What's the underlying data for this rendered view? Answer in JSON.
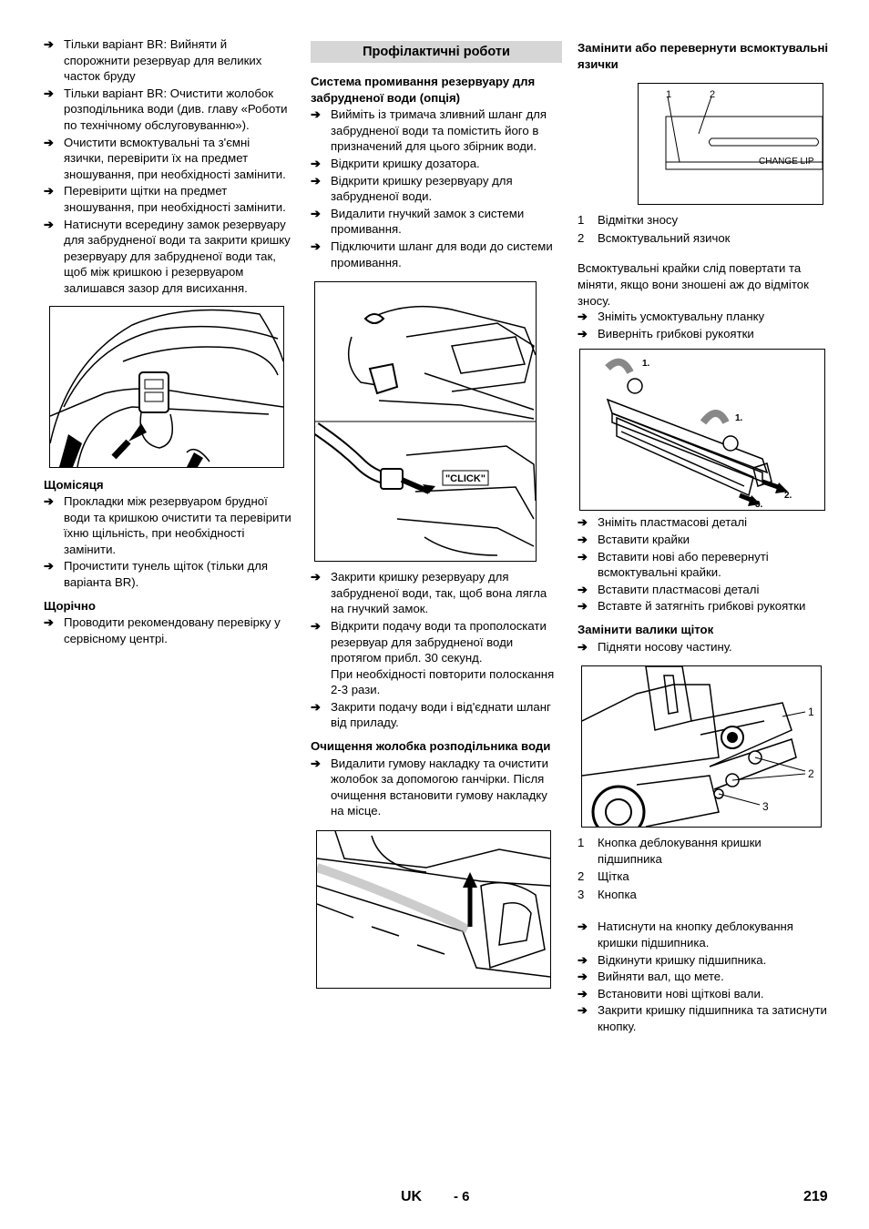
{
  "col1": {
    "steps_a": [
      "Тільки варіант BR: Вийняти й спорожнити резервуар для великих часток бруду",
      "Тільки варіант BR: Очистити жолобок розподільника води (див. главу «Роботи по технічному обслуговуванню»).",
      "Очистити всмоктувальні та з'ємні язички, перевірити їх на предмет зношування, при необхідності замінити.",
      "Перевірити щітки на предмет зношування, при необхідності замінити.",
      "Натиснути всередину замок резервуару для забрудненої води та закрити кришку резервуару для забрудненої води так, щоб між кришкою і резервуаром залишався зазор для висихання."
    ],
    "monthly_heading": "Щомісяця",
    "monthly_steps": [
      "Прокладки між резервуаром брудної води та кришкою очистити та перевірити їхню щільність, при необхідності замінити.",
      "Прочистити тунель щіток (тільки для варіанта BR)."
    ],
    "yearly_heading": "Щорічно",
    "yearly_steps": [
      "Проводити рекомендовану перевірку у сервісному центрі."
    ]
  },
  "col2": {
    "banner": "Профілактичні роботи",
    "rinse_heading": "Система промивання резервуару для забрудненої води (опція)",
    "rinse_steps": [
      "Вийміть із тримача зливний шланг для забрудненої води та помістить його в призначений для цього збірник води.",
      "Відкрити кришку дозатора.",
      "Відкрити кришку резервуару для забрудненої води.",
      "Видалити гнучкий замок з системи промивання.",
      "Підключити шланг для води до системи промивання."
    ],
    "click_label": "\"CLICK\"",
    "after_steps": [
      "Закрити кришку резервуару для забрудненої води, так, щоб вона лягла на гнучкий замок.",
      "Відкрити подачу води та прополоскати резервуар для забрудненої води протягом прибл. 30 секунд."
    ],
    "repeat_note": "При необхідності повторити полоскання 2-3 рази.",
    "close_step": "Закрити подачу води і від'єднати шланг від приладу.",
    "trough_heading": "Очищення жолобка розподільника води",
    "trough_steps": [
      "Видалити гумову накладку та очистити жолобок за допомогою ганчірки. Після очищення встановити гумову накладку на місце."
    ]
  },
  "col3": {
    "lips_heading": "Замінити або перевернути всмоктувальні язички",
    "lip_fig_labels": [
      "1",
      "2"
    ],
    "change_lip_label": "CHANGE LIP",
    "lip_legend": [
      {
        "n": "1",
        "text": "Відмітки зносу"
      },
      {
        "n": "2",
        "text": "Всмоктувальний язичок"
      }
    ],
    "lip_para": "Всмоктувальні крайки слід повертати та міняти, якщо вони зношені аж до відміток зносу.",
    "lip_steps_a": [
      "Зніміть усмоктувальну планку",
      "Виверніть грибкові рукоятки"
    ],
    "fig_steps": [
      "1.",
      "1.",
      "2.",
      "3."
    ],
    "lip_steps_b": [
      "Зніміть пластмасові деталі",
      "Вставити крайки",
      "Вставити нові або перевернуті всмоктувальні крайки.",
      "Вставити пластмасові деталі",
      "Вставте й затягніть грибкові рукоятки"
    ],
    "rollers_heading": "Замінити валики щіток",
    "rollers_steps_a": [
      "Підняти носову частину."
    ],
    "roller_fig_labels": [
      "1",
      "2",
      "3"
    ],
    "roller_legend": [
      {
        "n": "1",
        "text": "Кнопка деблокування кришки підшипника"
      },
      {
        "n": "2",
        "text": "Щітка"
      },
      {
        "n": "3",
        "text": "Кнопка"
      }
    ],
    "rollers_steps_b": [
      "Натиснути на кнопку деблокування кришки підшипника.",
      "Відкинути кришку підшипника.",
      "Вийняти  вал, що мете.",
      "Встановити нові щіткові вали.",
      "Закрити кришку підшипника та затиснути кнопку."
    ]
  },
  "footer": {
    "lang": "UK",
    "section": "- 6",
    "page": "219"
  }
}
